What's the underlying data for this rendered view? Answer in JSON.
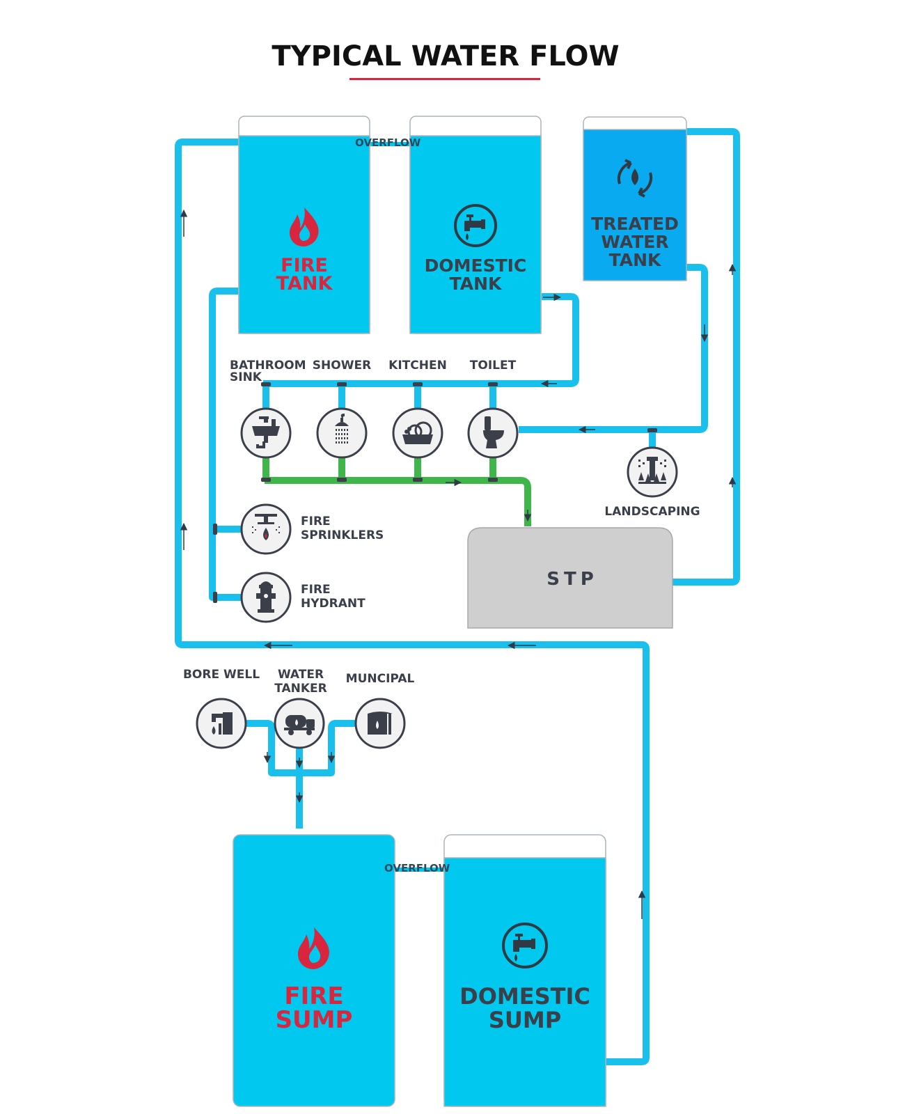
{
  "title": "TYPICAL WATER FLOW",
  "colors": {
    "water": "#00c8ef",
    "treated": "#0aaaf0",
    "pipe": "#19c0ee",
    "green_pipe": "#3fb64a",
    "stp": "#cfcfcf",
    "fire_text": "#d7263d",
    "dark_text": "#3a3f4a",
    "title_underline": "#d7263d"
  },
  "tanks": {
    "fire_tank": {
      "line1": "FIRE",
      "line2": "TANK",
      "icon": "flame-icon"
    },
    "domestic_tank": {
      "line1": "DOMESTIC",
      "line2": "TANK",
      "icon": "tap-icon"
    },
    "treated_tank": {
      "line1": "TREATED",
      "line2": "WATER",
      "line3": "TANK",
      "icon": "water-recycle-icon"
    },
    "fire_sump": {
      "line1": "FIRE",
      "line2": "SUMP",
      "icon": "flame-icon"
    },
    "domestic_sump": {
      "line1": "DOMESTIC",
      "line2": "SUMP",
      "icon": "tap-icon"
    }
  },
  "overflow_label": "OVERFLOW",
  "fixtures": {
    "bathroom_sink": {
      "line1": "BATHROOM",
      "line2": "SINK",
      "icon": "sink-icon"
    },
    "shower": {
      "label": "SHOWER",
      "icon": "shower-icon"
    },
    "kitchen": {
      "label": "KITCHEN",
      "icon": "dishes-icon"
    },
    "toilet": {
      "label": "TOILET",
      "icon": "toilet-icon"
    }
  },
  "fire_sprinklers": {
    "line1": "FIRE",
    "line2": "SPRINKLERS",
    "icon": "sprinkler-icon"
  },
  "fire_hydrant": {
    "line1": "FIRE",
    "line2": "HYDRANT",
    "icon": "hydrant-icon"
  },
  "landscaping": {
    "label": "LANDSCAPING",
    "icon": "garden-sprinkler-icon"
  },
  "stp": {
    "label": "STP"
  },
  "sources": {
    "bore_well": {
      "label": "BORE WELL",
      "icon": "bore-well-icon"
    },
    "water_tanker": {
      "line1": "WATER",
      "line2": "TANKER",
      "icon": "tanker-truck-icon"
    },
    "municipal": {
      "label": "MUNCIPAL",
      "icon": "municipal-tank-icon"
    }
  }
}
